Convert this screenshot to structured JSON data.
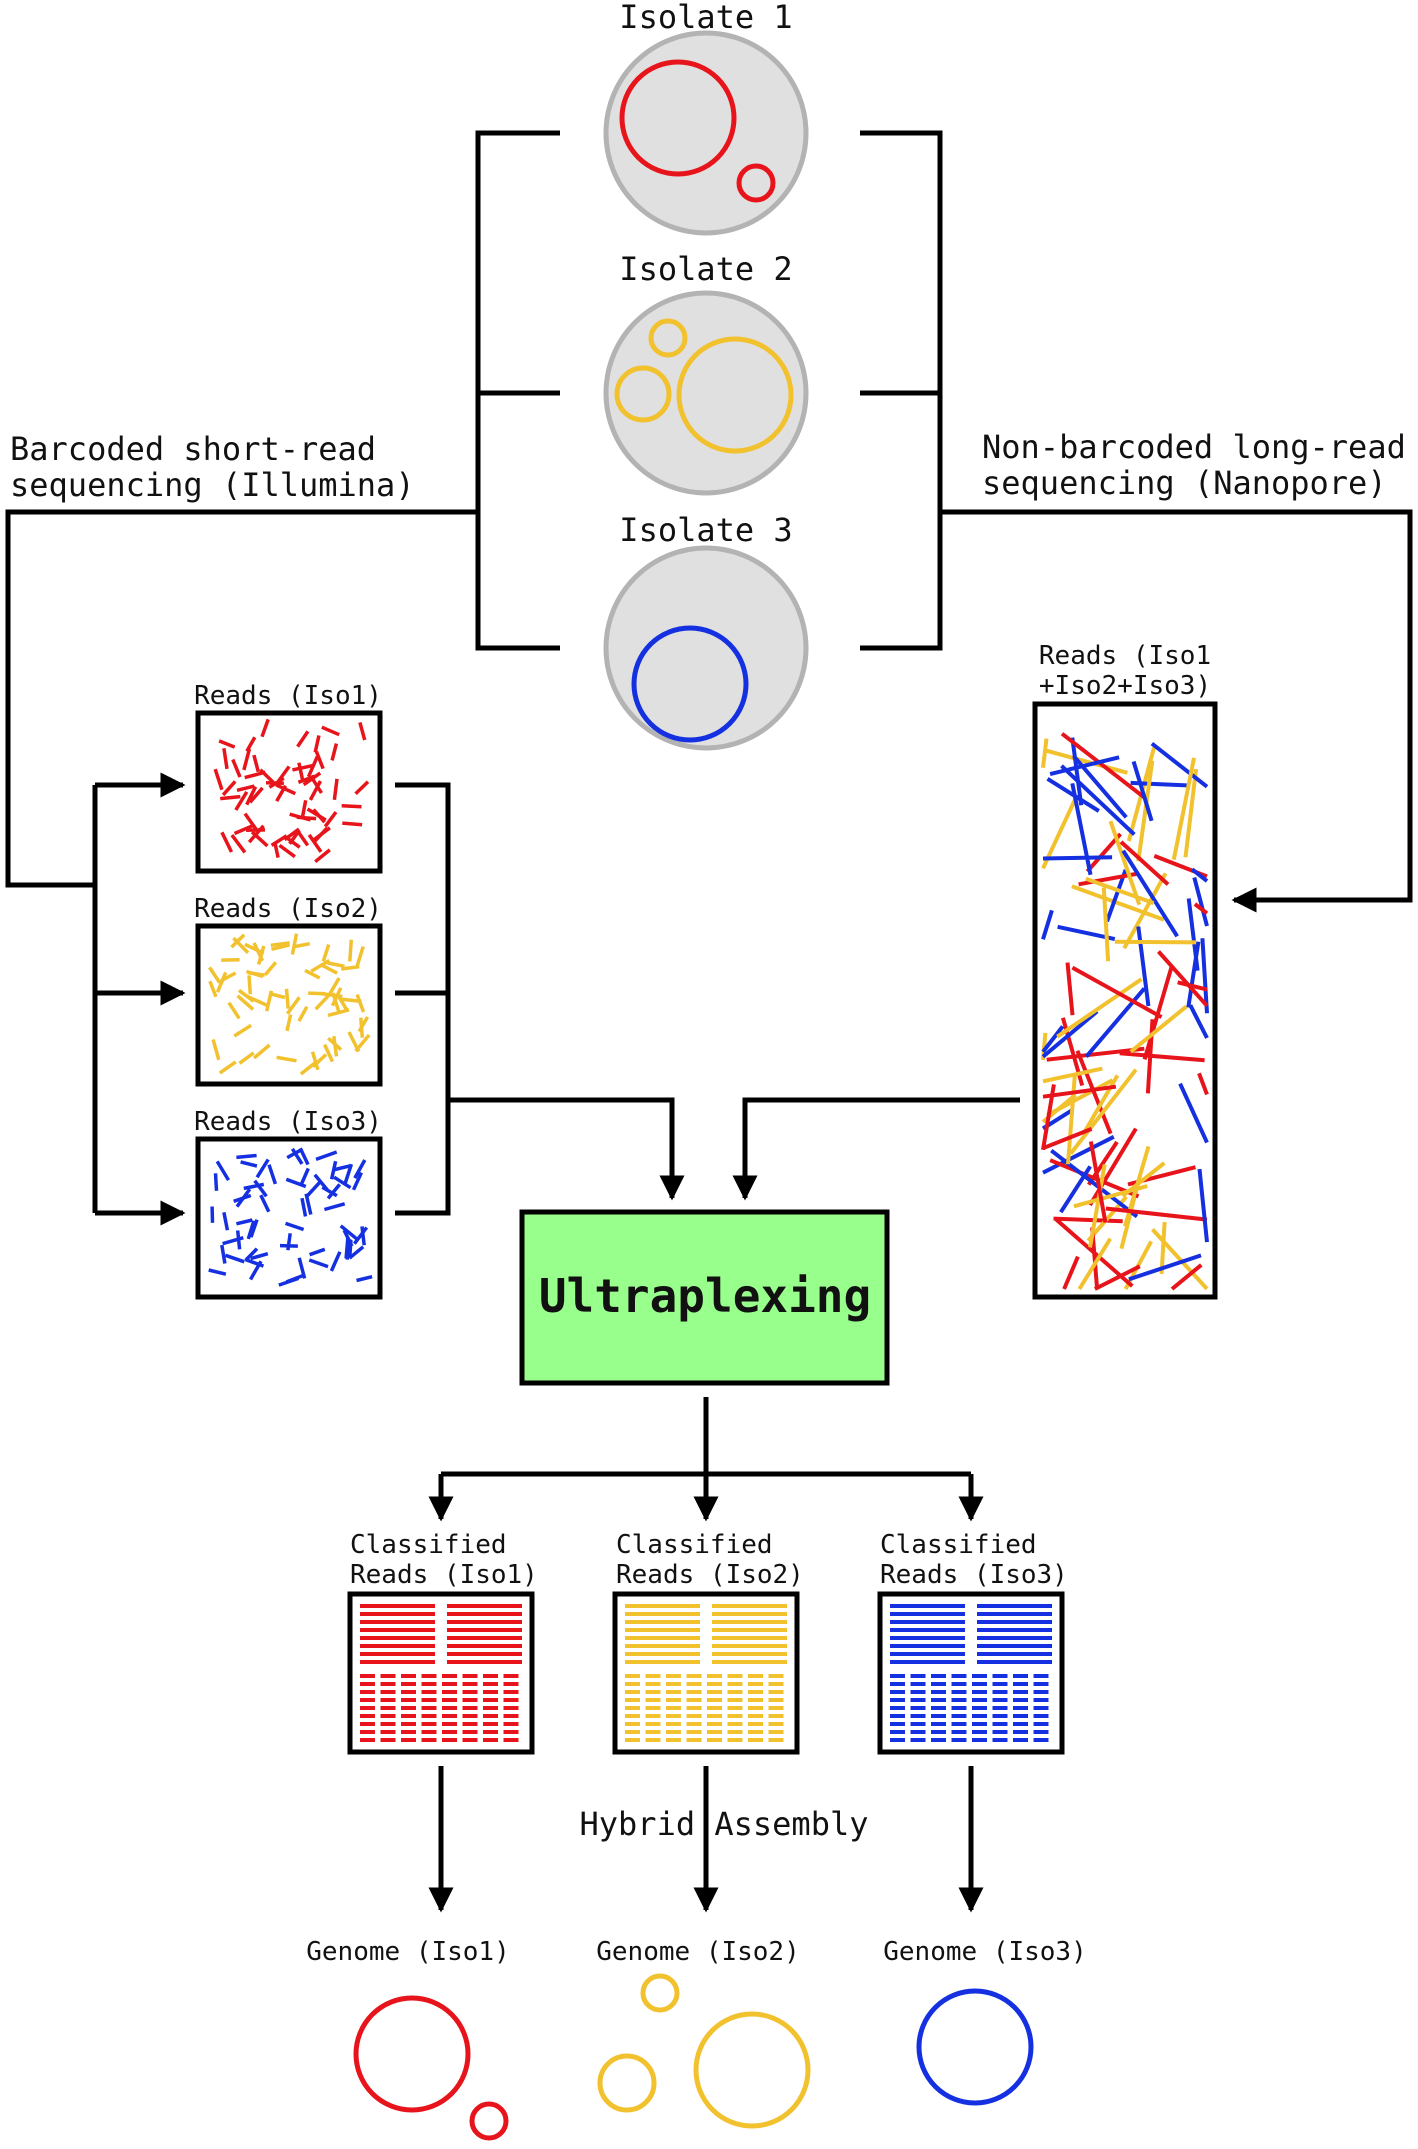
{
  "colors": {
    "red": "#e8141b",
    "yellow": "#f2c12e",
    "blue": "#1430e0",
    "cell_fill": "#e0e0e0",
    "cell_border": "#b3b3b3",
    "ultraplexing_fill": "#99ff8c",
    "line": "#000000"
  },
  "isolates": [
    {
      "label": "Isolate 1",
      "color": "red"
    },
    {
      "label": "Isolate 2",
      "color": "yellow"
    },
    {
      "label": "Isolate 3",
      "color": "blue"
    }
  ],
  "short_read": {
    "method_line1": "Barcoded short-read",
    "method_line2": "sequencing (Illumina)",
    "boxes": [
      {
        "label": "Reads (Iso1)",
        "color": "red"
      },
      {
        "label": "Reads (Iso2)",
        "color": "yellow"
      },
      {
        "label": "Reads (Iso3)",
        "color": "blue"
      }
    ]
  },
  "long_read": {
    "method_line1": "Non-barcoded long-read",
    "method_line2": "sequencing (Nanopore)",
    "box_label_line1": "Reads (Iso1",
    "box_label_line2": "+Iso2+Iso3)"
  },
  "process": {
    "label": "Ultraplexing"
  },
  "classified": [
    {
      "line1": "Classified",
      "line2": "Reads (Iso1)",
      "color": "red"
    },
    {
      "line1": "Classified",
      "line2": "Reads (Iso2)",
      "color": "yellow"
    },
    {
      "line1": "Classified",
      "line2": "Reads (Iso3)",
      "color": "blue"
    }
  ],
  "assembly_label": "Hybrid Assembly",
  "genomes": [
    {
      "label": "Genome (Iso1)",
      "color": "red"
    },
    {
      "label": "Genome (Iso2)",
      "color": "yellow"
    },
    {
      "label": "Genome (Iso3)",
      "color": "blue"
    }
  ]
}
